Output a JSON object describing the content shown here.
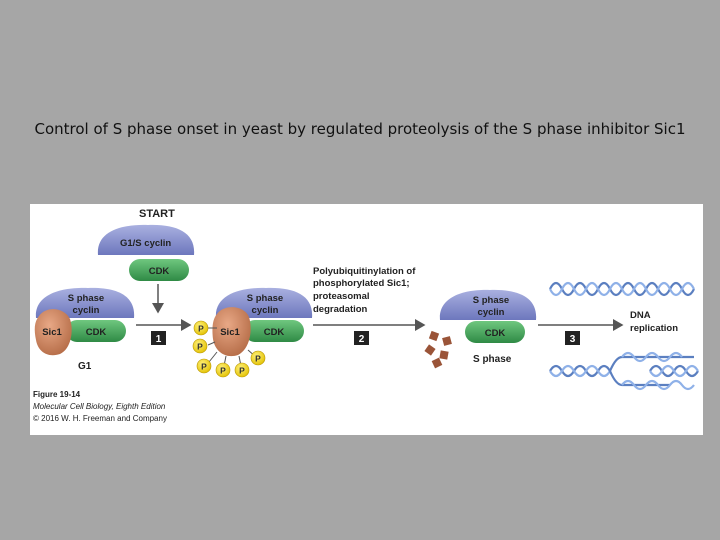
{
  "slide": {
    "title": "Control of S phase onset in yeast by regulated proteolysis of the S phase inhibitor Sic1"
  },
  "diagram": {
    "start_label": "START",
    "g1s_cyclin": "G1/S cyclin",
    "cdk": "CDK",
    "s_phase_cyclin_line1": "S phase",
    "s_phase_cyclin_line2": "cyclin",
    "sic1": "Sic1",
    "p": "P",
    "g1_label": "G1",
    "s_phase_label": "S phase",
    "step1": "1",
    "step2": "2",
    "step3": "3",
    "degradation_line1": "Polyubiquitinylation of",
    "degradation_line2": "phosphorylated Sic1;",
    "degradation_line3": "proteasomal",
    "degradation_line4": "degradation",
    "dna_line1": "DNA",
    "dna_line2": "replication"
  },
  "caption": {
    "figure": "Figure 19-14",
    "book": "Molecular Cell Biology, Eighth Edition",
    "copyright": "© 2016 W. H. Freeman and Company"
  },
  "colors": {
    "cyclin": "#7f88c7",
    "cdk": "#3f9a55",
    "sic1": "#c8805a",
    "phosphate": "#f2d200",
    "step_box": "#222222",
    "fragments": "#9a5438",
    "dna": "#5b7fc0"
  }
}
